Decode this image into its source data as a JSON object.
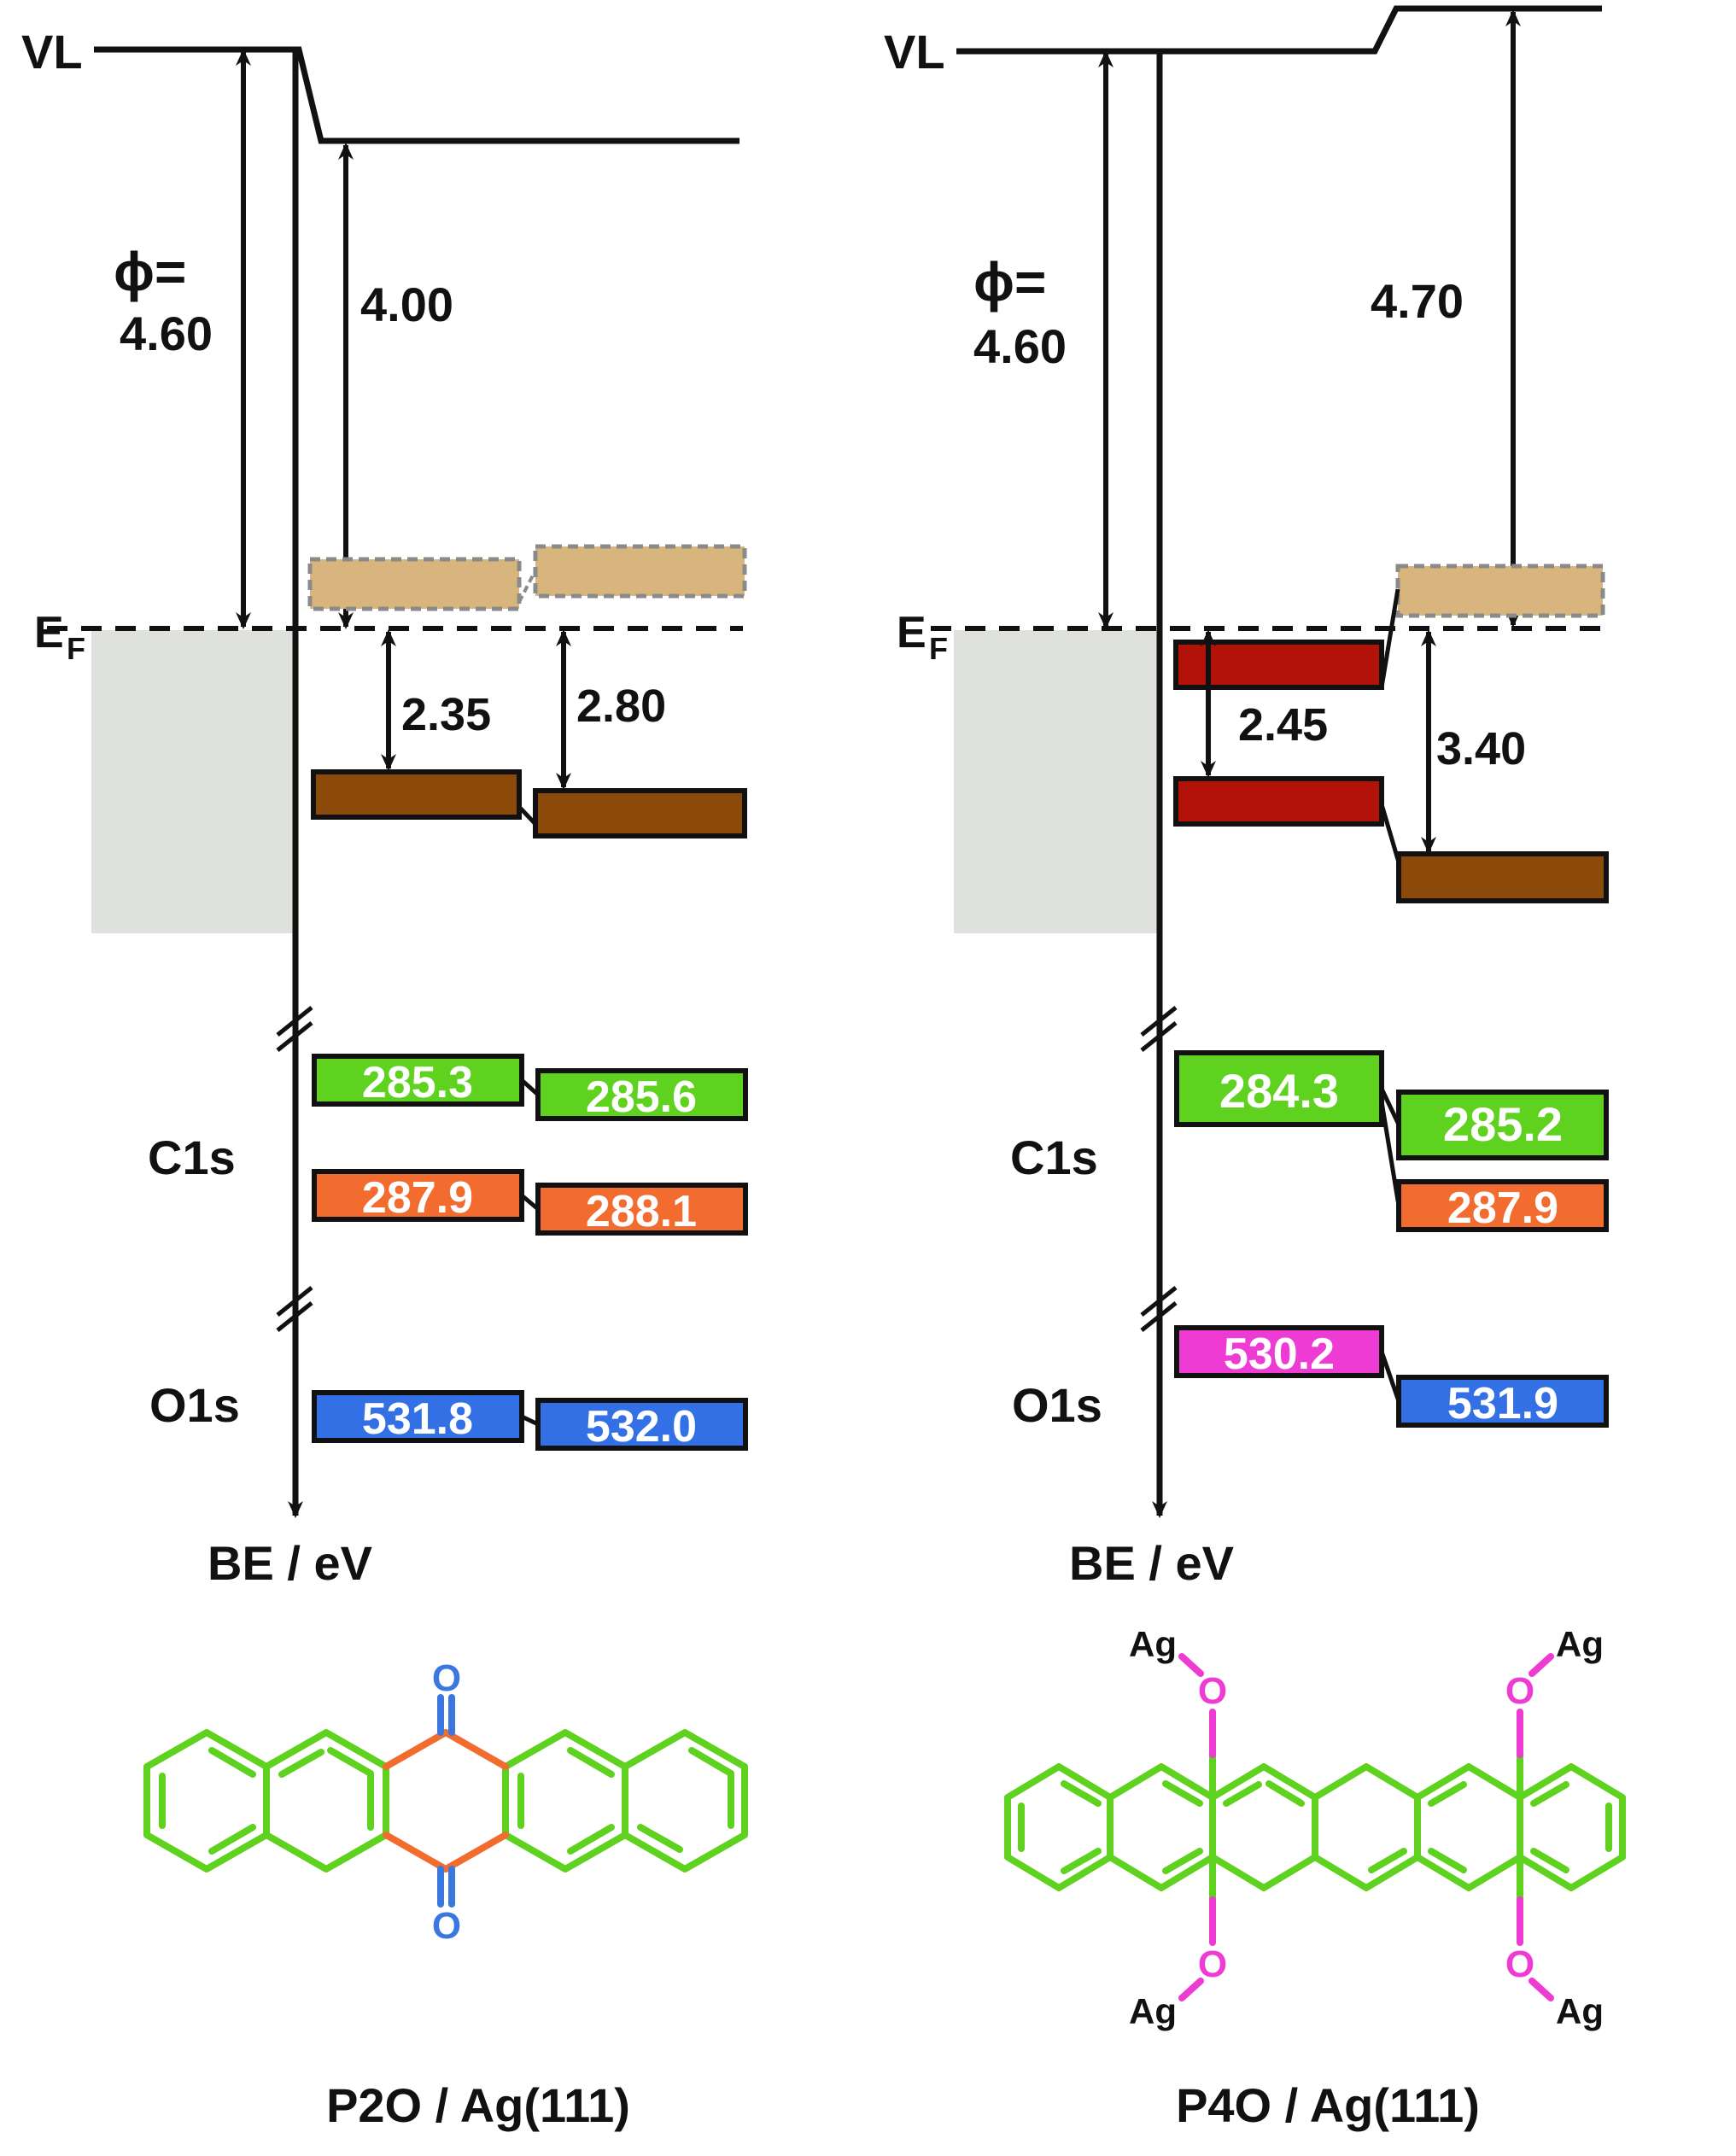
{
  "colors": {
    "line": "#111111",
    "substrate_fill": "#dfe2dc",
    "unoccupied_fill": "#d8b57c",
    "unoccupied_border": "#8a8a8a",
    "homo_brown": "#8b4a0a",
    "homo_red": "#b31208",
    "c1s_green": "#5fd11f",
    "c1s_orange": "#f26c2f",
    "o1s_blue": "#3370e6",
    "o1s_magenta": "#ee3bd3",
    "molecule_green": "#5fd11f",
    "molecule_orange": "#f26c2f",
    "molecule_blue": "#3a78e0",
    "molecule_magenta": "#ee3bd3"
  },
  "left_panel": {
    "vl_label": "VL",
    "ef_label": "E",
    "ef_subscript": "F",
    "phi_symbol": "ϕ=",
    "phi_value": "4.60",
    "work_function_value": "4.00",
    "gap_1": "2.35",
    "gap_2": "2.80",
    "c1s_label": "C1s",
    "o1s_label": "O1s",
    "axis_label": "BE / eV",
    "c1s_peaks": [
      "285.3",
      "285.6",
      "287.9",
      "288.1"
    ],
    "o1s_peaks": [
      "531.8",
      "532.0"
    ],
    "system_label": "P2O / Ag(111)"
  },
  "right_panel": {
    "vl_label": "VL",
    "ef_label": "E",
    "ef_subscript": "F",
    "phi_symbol": "ϕ=",
    "phi_value": "4.60",
    "work_function_value": "4.70",
    "gap_1": "2.45",
    "gap_2": "3.40",
    "c1s_label": "C1s",
    "o1s_label": "O1s",
    "axis_label": "BE / eV",
    "c1s_peaks": [
      "284.3",
      "285.2",
      "287.9"
    ],
    "o1s_peaks": [
      "530.2",
      "531.9"
    ],
    "system_label": "P4O / Ag(111)"
  },
  "molecule_left": {
    "oxygen_label": "O"
  },
  "molecule_right": {
    "oxygen_label": "O",
    "silver_label": "Ag"
  }
}
